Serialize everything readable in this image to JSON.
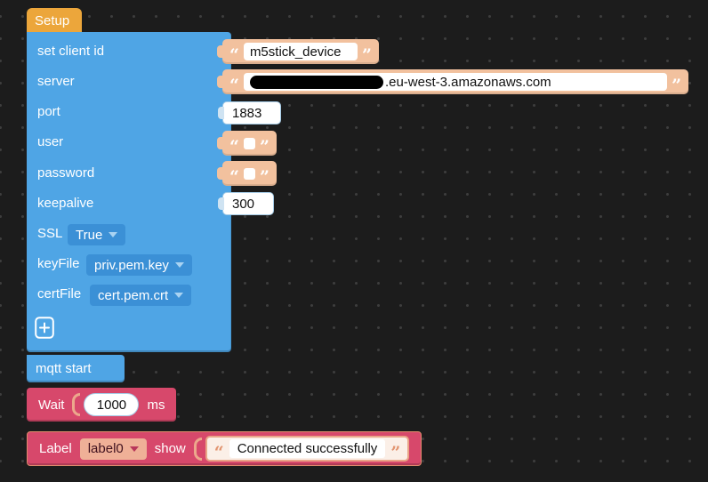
{
  "workspace": {
    "background": "#1c1c1c",
    "dot_color": "#3d3d3d"
  },
  "colors": {
    "block_blue": "#4FA5E5",
    "chip_blue": "#3B90D6",
    "tab_gold": "#ECA63B",
    "string_salmon": "#F2C19E",
    "block_red": "#D7486B",
    "chip_salmon": "#EFB097",
    "number_border": "#A5CBE6"
  },
  "quotes": {
    "open": "“",
    "close": "”"
  },
  "setup": {
    "tab_label": "Setup",
    "rows": {
      "client_id": {
        "label": "set client id",
        "value": "m5stick_device"
      },
      "server": {
        "label": "server",
        "value_suffix": ".eu-west-3.amazonaws.com"
      },
      "port": {
        "label": "port",
        "value": "1883"
      },
      "user": {
        "label": "user",
        "value": ""
      },
      "password": {
        "label": "password",
        "value": ""
      },
      "keepalive": {
        "label": "keepalive",
        "value": "300"
      },
      "ssl": {
        "label": "SSL",
        "value": "True"
      },
      "keyfile": {
        "label": "keyFile",
        "value": "priv.pem.key"
      },
      "certfile": {
        "label": "certFile",
        "value": "cert.pem.crt"
      }
    }
  },
  "mqtt_start": {
    "label": "mqtt start"
  },
  "wait": {
    "label": "Wait",
    "value": "1000",
    "unit": "ms"
  },
  "label_show": {
    "label": "Label",
    "target": "label0",
    "action": "show",
    "message": "Connected successfully"
  }
}
